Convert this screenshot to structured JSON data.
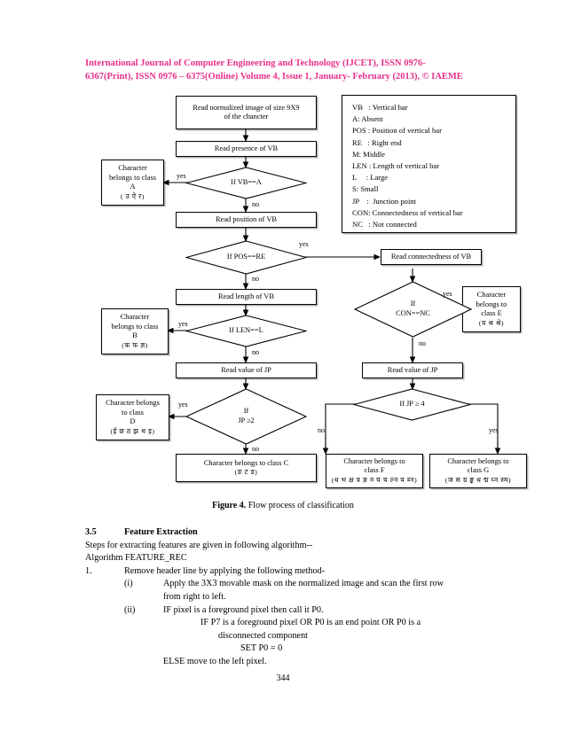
{
  "header": {
    "line1": "International Journal of Computer Engineering and Technology (IJCET), ISSN 0976-",
    "line2": "6367(Print), ISSN 0976 – 6375(Online) Volume 4, Issue 1, January- February (2013), © IAEME"
  },
  "flowchart": {
    "nodes": {
      "read_image_l1": "Read normalized image of size 9X9",
      "read_image_l2": "of the chancter",
      "read_presence_vb": "Read presence of VB",
      "read_position_vb": "Read position of VB",
      "read_length_vb": "Read length of VB",
      "read_value_jp_left": "Read value of JP",
      "read_connectedness_vb": "Read connectedness of VB",
      "read_value_jp_right": "Read value of JP",
      "class_a_l1": "Character",
      "class_a_l2": "belongs to class",
      "class_a_l3": "A",
      "class_a_dev": "( उ ऐ र)",
      "class_b_l1": "Character",
      "class_b_l2": "belongs to class",
      "class_b_l3": "B",
      "class_b_dev": "(क फ ज्ञ)",
      "class_c_l1": "Character belongs to class C",
      "class_c_dev": "(ङ ट ड)",
      "class_d_l1": "Character belongs",
      "class_d_l2": "to class",
      "class_d_l3": "D",
      "class_d_dev": "(ई छ ठ झ थ इ)",
      "class_e_l1": "Character",
      "class_e_l2": "belongs to",
      "class_e_l3": "class E",
      "class_e_dev": "(य श्र श्रे)",
      "class_f_l1": "Character belongs to",
      "class_f_l2": "class F",
      "class_f_dev": "(ध भ क्ष त्र ज्ञ न घ च ल्न य ब्न)",
      "class_g_l1": "Character belongs to",
      "class_g_l2": "class G",
      "class_g_dev": "(ज स ग्र ङ्क ध द्म घ्न स्म)"
    },
    "decisions": {
      "vb_a": "If VB==A",
      "pos_re": "If  POS==RE",
      "len_l": "If LEN==L",
      "jp_2_l1": "If",
      "jp_2_l2": "JP  ≥2",
      "con_nc_l1": "If",
      "con_nc_l2": "CON==NC",
      "jp_4": "If JP ≥ 4"
    },
    "edge_labels": {
      "vb_a_yes": "yes",
      "vb_a_no": "no",
      "pos_re_yes": "yes",
      "pos_re_no": "no",
      "len_l_yes": "yes",
      "len_l_no": "no",
      "jp2_yes": "yes",
      "jp2_no": "no",
      "con_nc_yes": "yes",
      "con_nc_no": "no",
      "jp4_no": "no",
      "jp4_yes": "yes"
    },
    "legend": [
      "VB   : Vertical bar",
      "A: Absent",
      "POS : Position of vertical bar",
      "RE   : Right end",
      "M: Middle",
      "LEN : Length of vertical bar",
      "L     : Large",
      "S: Small",
      "JP    :  Junction point",
      "CON: Connectedness of vertical bar",
      "NC   : Not connected"
    ]
  },
  "caption": {
    "label": "Figure  4.",
    "text": " Flow process of classification"
  },
  "body": {
    "section_number": "3.5",
    "section_title": "Feature Extraction",
    "intro": "Steps for extracting features are given in following algorithm--",
    "algorithm_name": "Algorithm FEATURE_REC",
    "step1_num": "1.",
    "step1_text": "Remove header line by applying the following method-",
    "step1i_num": "(i)",
    "step1i_line1": "Apply the 3X3 movable mask on the normalized image and scan the first row",
    "step1i_line2": "from right to left.",
    "step1ii_num": "(ii)",
    "step1ii_line1": "IF pixel is a foreground pixel then call it P0.",
    "step1ii_line2": "IF P7 is a foreground pixel OR P0 is an end point OR P0 is a",
    "step1ii_line3": "disconnected component",
    "step1ii_line4": "SET P0 = 0",
    "step1ii_line5": "ELSE move to the left pixel."
  },
  "page_number": "344"
}
